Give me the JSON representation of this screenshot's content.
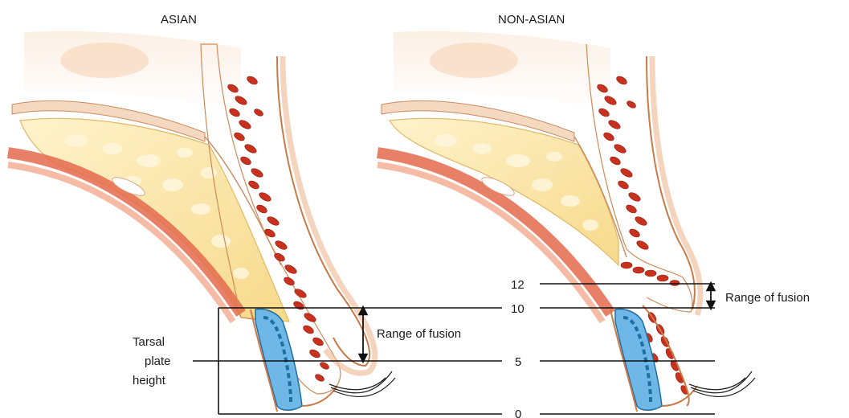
{
  "panels": {
    "left_title": "ASIAN",
    "right_title": "NON-ASIAN"
  },
  "scale": {
    "labels": [
      "12",
      "10",
      "5",
      "0"
    ]
  },
  "annotations": {
    "range_left": "Range of fusion",
    "range_right": "Range of fusion",
    "tarsal_line1": "Tarsal",
    "tarsal_line2": "plate",
    "tarsal_line3": "height"
  },
  "colors": {
    "fat": "#fbe5a6",
    "fat_edge": "#e2b765",
    "muscle": "#c8311e",
    "tarsus": "#6fb7e6",
    "tarsus_dark": "#1d6fa3",
    "skin": "#f0c2a0",
    "skin_edge": "#b06a3a",
    "orbital": "#e46a4c"
  }
}
